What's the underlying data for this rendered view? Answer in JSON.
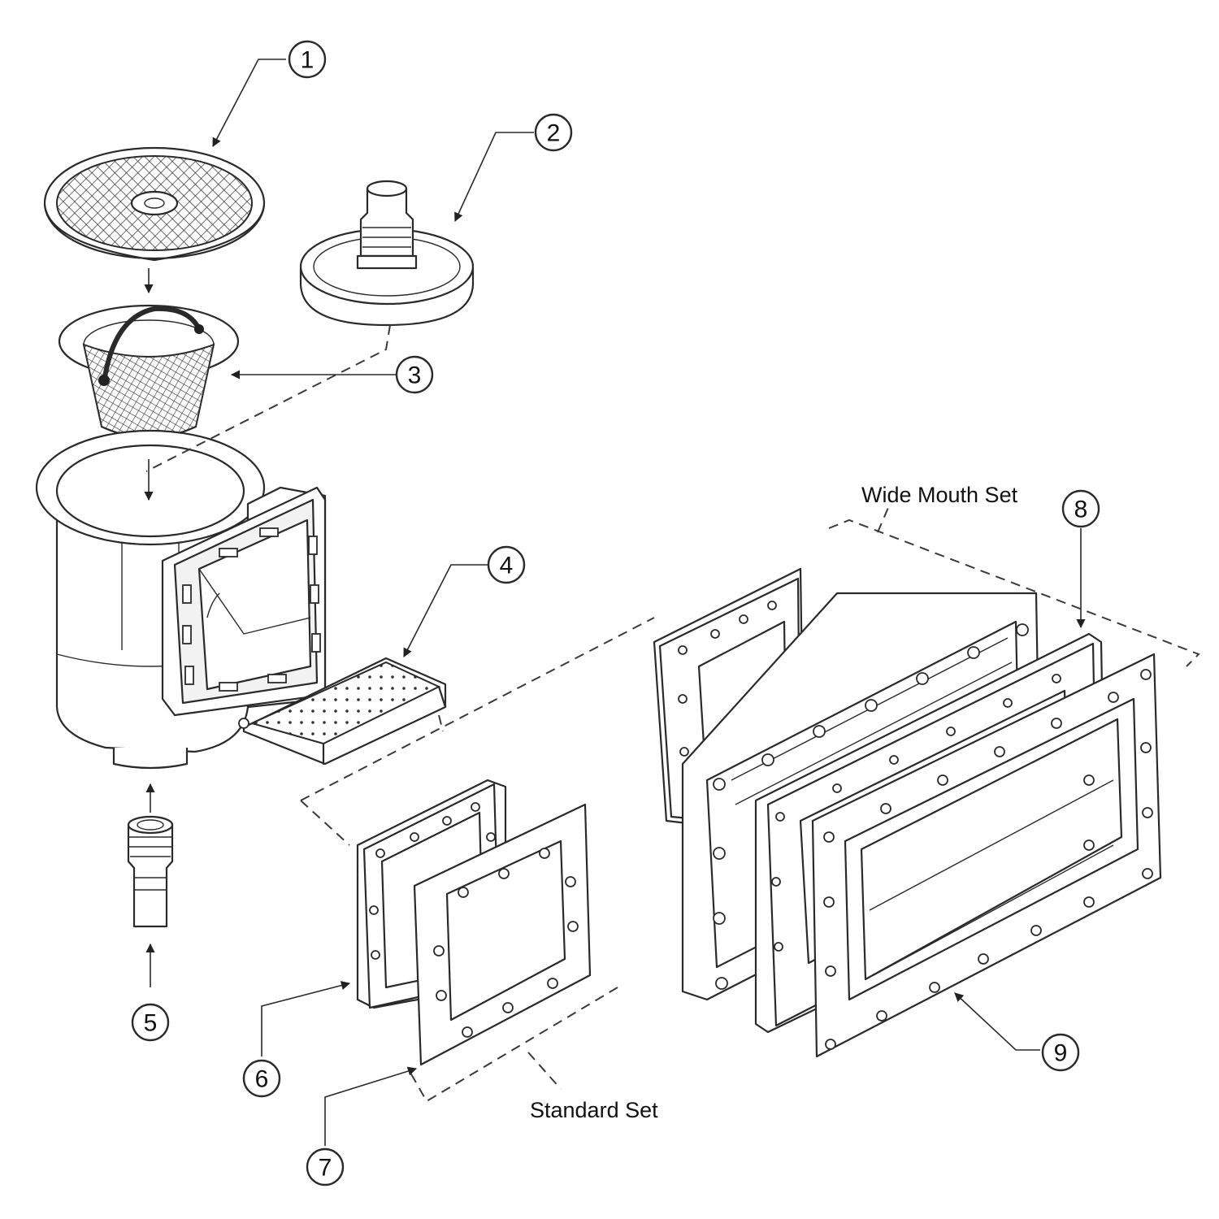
{
  "callouts": {
    "c1": "1",
    "c2": "2",
    "c3": "3",
    "c4": "4",
    "c5": "5",
    "c6": "6",
    "c7": "7",
    "c8": "8",
    "c9": "9"
  },
  "labels": {
    "wide_mouth_set": "Wide Mouth Set",
    "standard_set": "Standard Set"
  }
}
